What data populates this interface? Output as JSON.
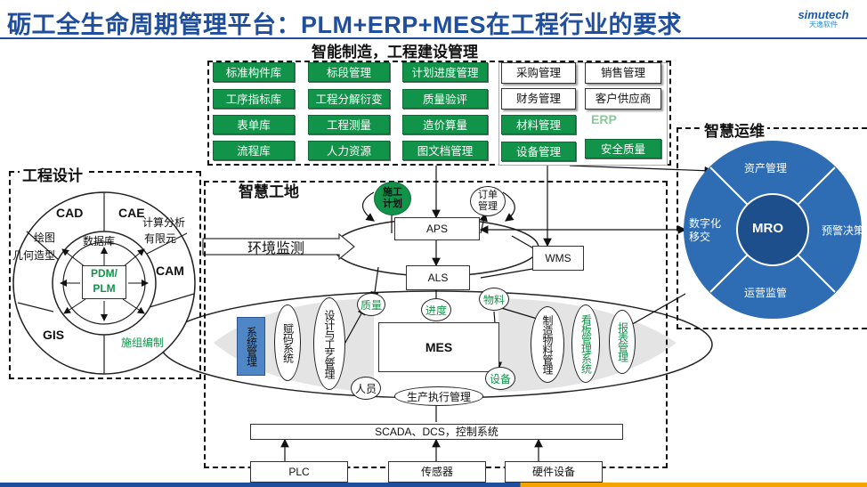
{
  "title": "砺工全生命周期管理平台：PLM+ERP+MES在工程行业的要求",
  "logo": {
    "name": "simutech",
    "sub": "天逸软件"
  },
  "manufacturing": {
    "title": "智能制造，工程建设管理",
    "col1": [
      "标准构件库",
      "工序指标库",
      "表单库",
      "流程库"
    ],
    "col2": [
      "标段管理",
      "工程分解衍变",
      "工程测量",
      "人力资源"
    ],
    "col3": [
      "计划进度管理",
      "质量验评",
      "造价算量",
      "图文档管理"
    ],
    "erp_left": [
      "采购管理",
      "财务管理",
      "材料管理",
      "设备管理"
    ],
    "erp_right": [
      "销售管理",
      "客户供应商",
      "安全质量"
    ],
    "erp_label": "ERP"
  },
  "design": {
    "title": "工程设计",
    "cad": "CAD",
    "cae": "CAE",
    "cam": "CAM",
    "gis": "GIS",
    "drawing": "绘图",
    "geometry": "几何造型",
    "calc": "计算分析",
    "fem": "有限元",
    "db": "数据库",
    "pdm": "PDM/",
    "plm": "PLM",
    "construction": "施组编制"
  },
  "env_monitor": "环境监测",
  "site": {
    "title": "智慧工地",
    "plan": "施工计划",
    "order": "订单管理",
    "aps": "APS",
    "als": "ALS",
    "wms": "WMS",
    "quality": "质量",
    "progress": "进度",
    "material": "物料",
    "mes": "MES",
    "people": "人员",
    "equipment": "设备",
    "exec": "生产执行管理",
    "sys_mgmt": "系统管理",
    "coding": "赋码系统",
    "design_process": "设计与工艺管理",
    "mfg_material": "制造物料管理",
    "kanban": "看板管理系统",
    "report": "报表管理",
    "scada": "SCADA、DCS，控制系统",
    "plc": "PLC",
    "sensor": "传感器",
    "hardware": "硬件设备"
  },
  "ops": {
    "title": "智慧运维",
    "center": "MRO",
    "asset": "资产管理",
    "warning": "预警决策",
    "monitor": "运营监管",
    "digital": "数字化移交"
  },
  "colors": {
    "brand": "#1f4e9c",
    "green": "#11944a",
    "mro_blue": "#2e6db3",
    "mro_dark": "#1d4f8c",
    "sys_blue": "#4f86c6"
  }
}
